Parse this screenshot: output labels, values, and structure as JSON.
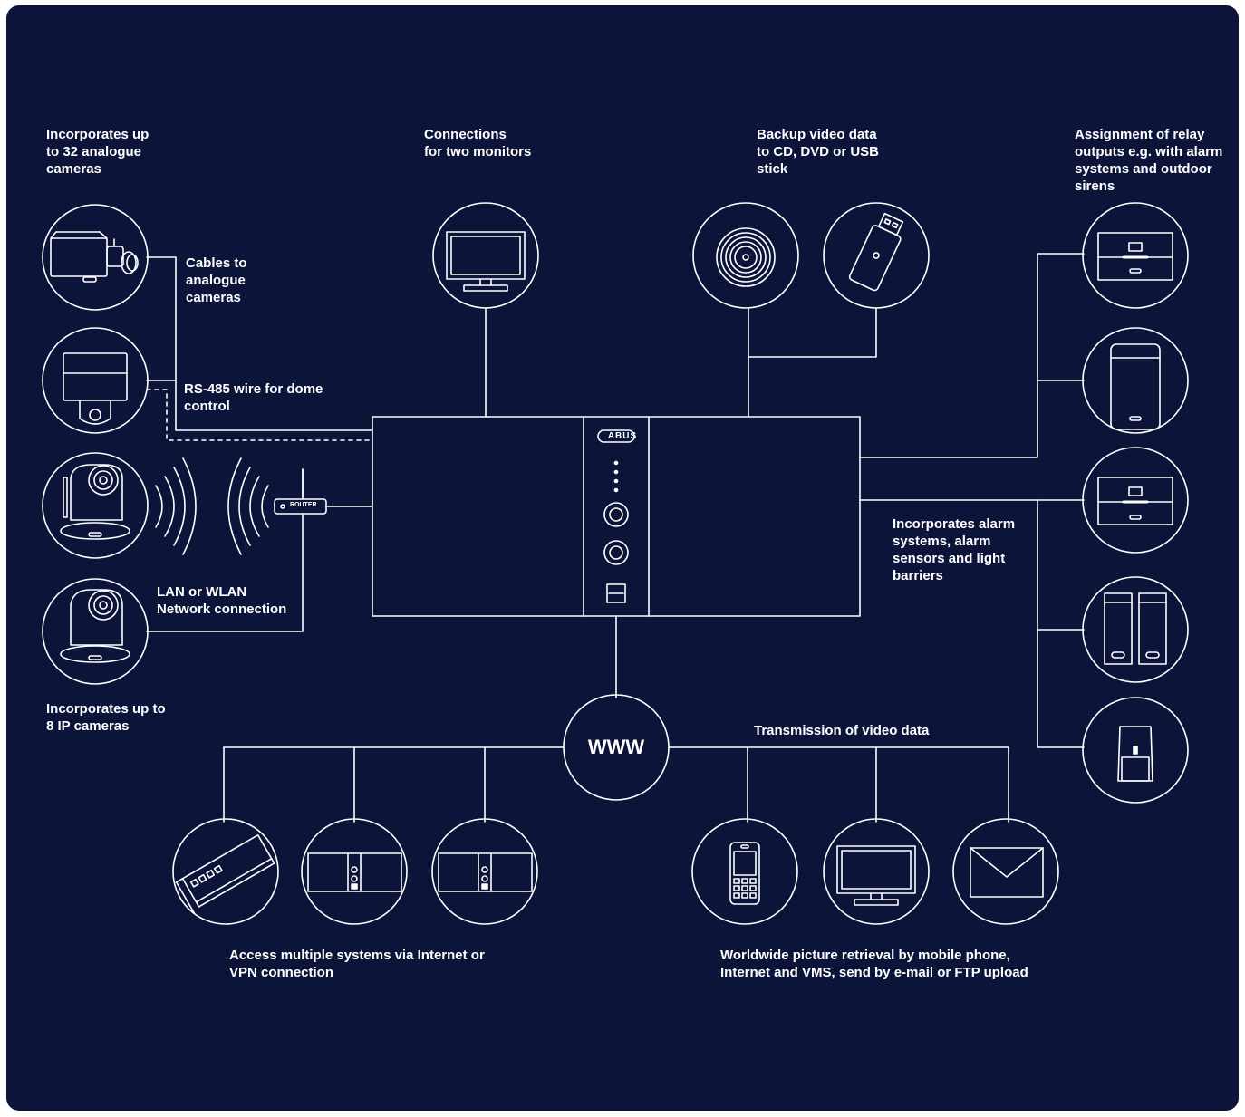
{
  "colors": {
    "background": "#0c1539",
    "line": "#ffffff"
  },
  "labels": {
    "analogue_cameras": "Incorporates up\nto 32 analogue\ncameras",
    "cables_analogue": "Cables to\nanalogue\ncameras",
    "rs485": "RS-485 wire for dome\ncontrol",
    "lan_wlan": "LAN or WLAN\nNetwork connection",
    "ip_cameras": "Incorporates up to\n8 IP cameras",
    "monitors": "Connections\nfor two monitors",
    "backup": "Backup video data\nto CD, DVD or USB\nstick",
    "relay": "Assignment of relay\noutputs e.g. with alarm\nsystems and outdoor\nsirens",
    "alarm": "Incorporates alarm\nsystems, alarm\nsensors and light\nbarriers",
    "transmission": "Transmission of video data",
    "access": "Access multiple systems via Internet or\nVPN connection",
    "worldwide": "Worldwide picture retrieval by mobile phone,\nInternet and VMS, send by e-mail or FTP upload"
  },
  "hub": {
    "www": "WWW"
  },
  "device": {
    "brand": "ABUS"
  },
  "router": {
    "label": "ROUTER"
  },
  "icons": {
    "box_camera": "box-camera-icon",
    "dome_camera": "dome-camera-icon",
    "ptz_ip_camera": "ip-ptz-camera-icon",
    "monitor": "monitor-icon",
    "disc": "disc-icon",
    "usb_stick": "usb-stick-icon",
    "siren": "siren-icon",
    "alarm_panel": "alarm-panel-icon",
    "light_barrier": "light-barrier-icon",
    "motion_sensor": "motion-sensor-icon",
    "pci_card": "pci-card-icon",
    "recorder": "recorder-icon",
    "mobile_phone": "mobile-phone-icon",
    "email": "email-icon",
    "router": "router-icon",
    "wireless": "wireless-signal-icon"
  }
}
